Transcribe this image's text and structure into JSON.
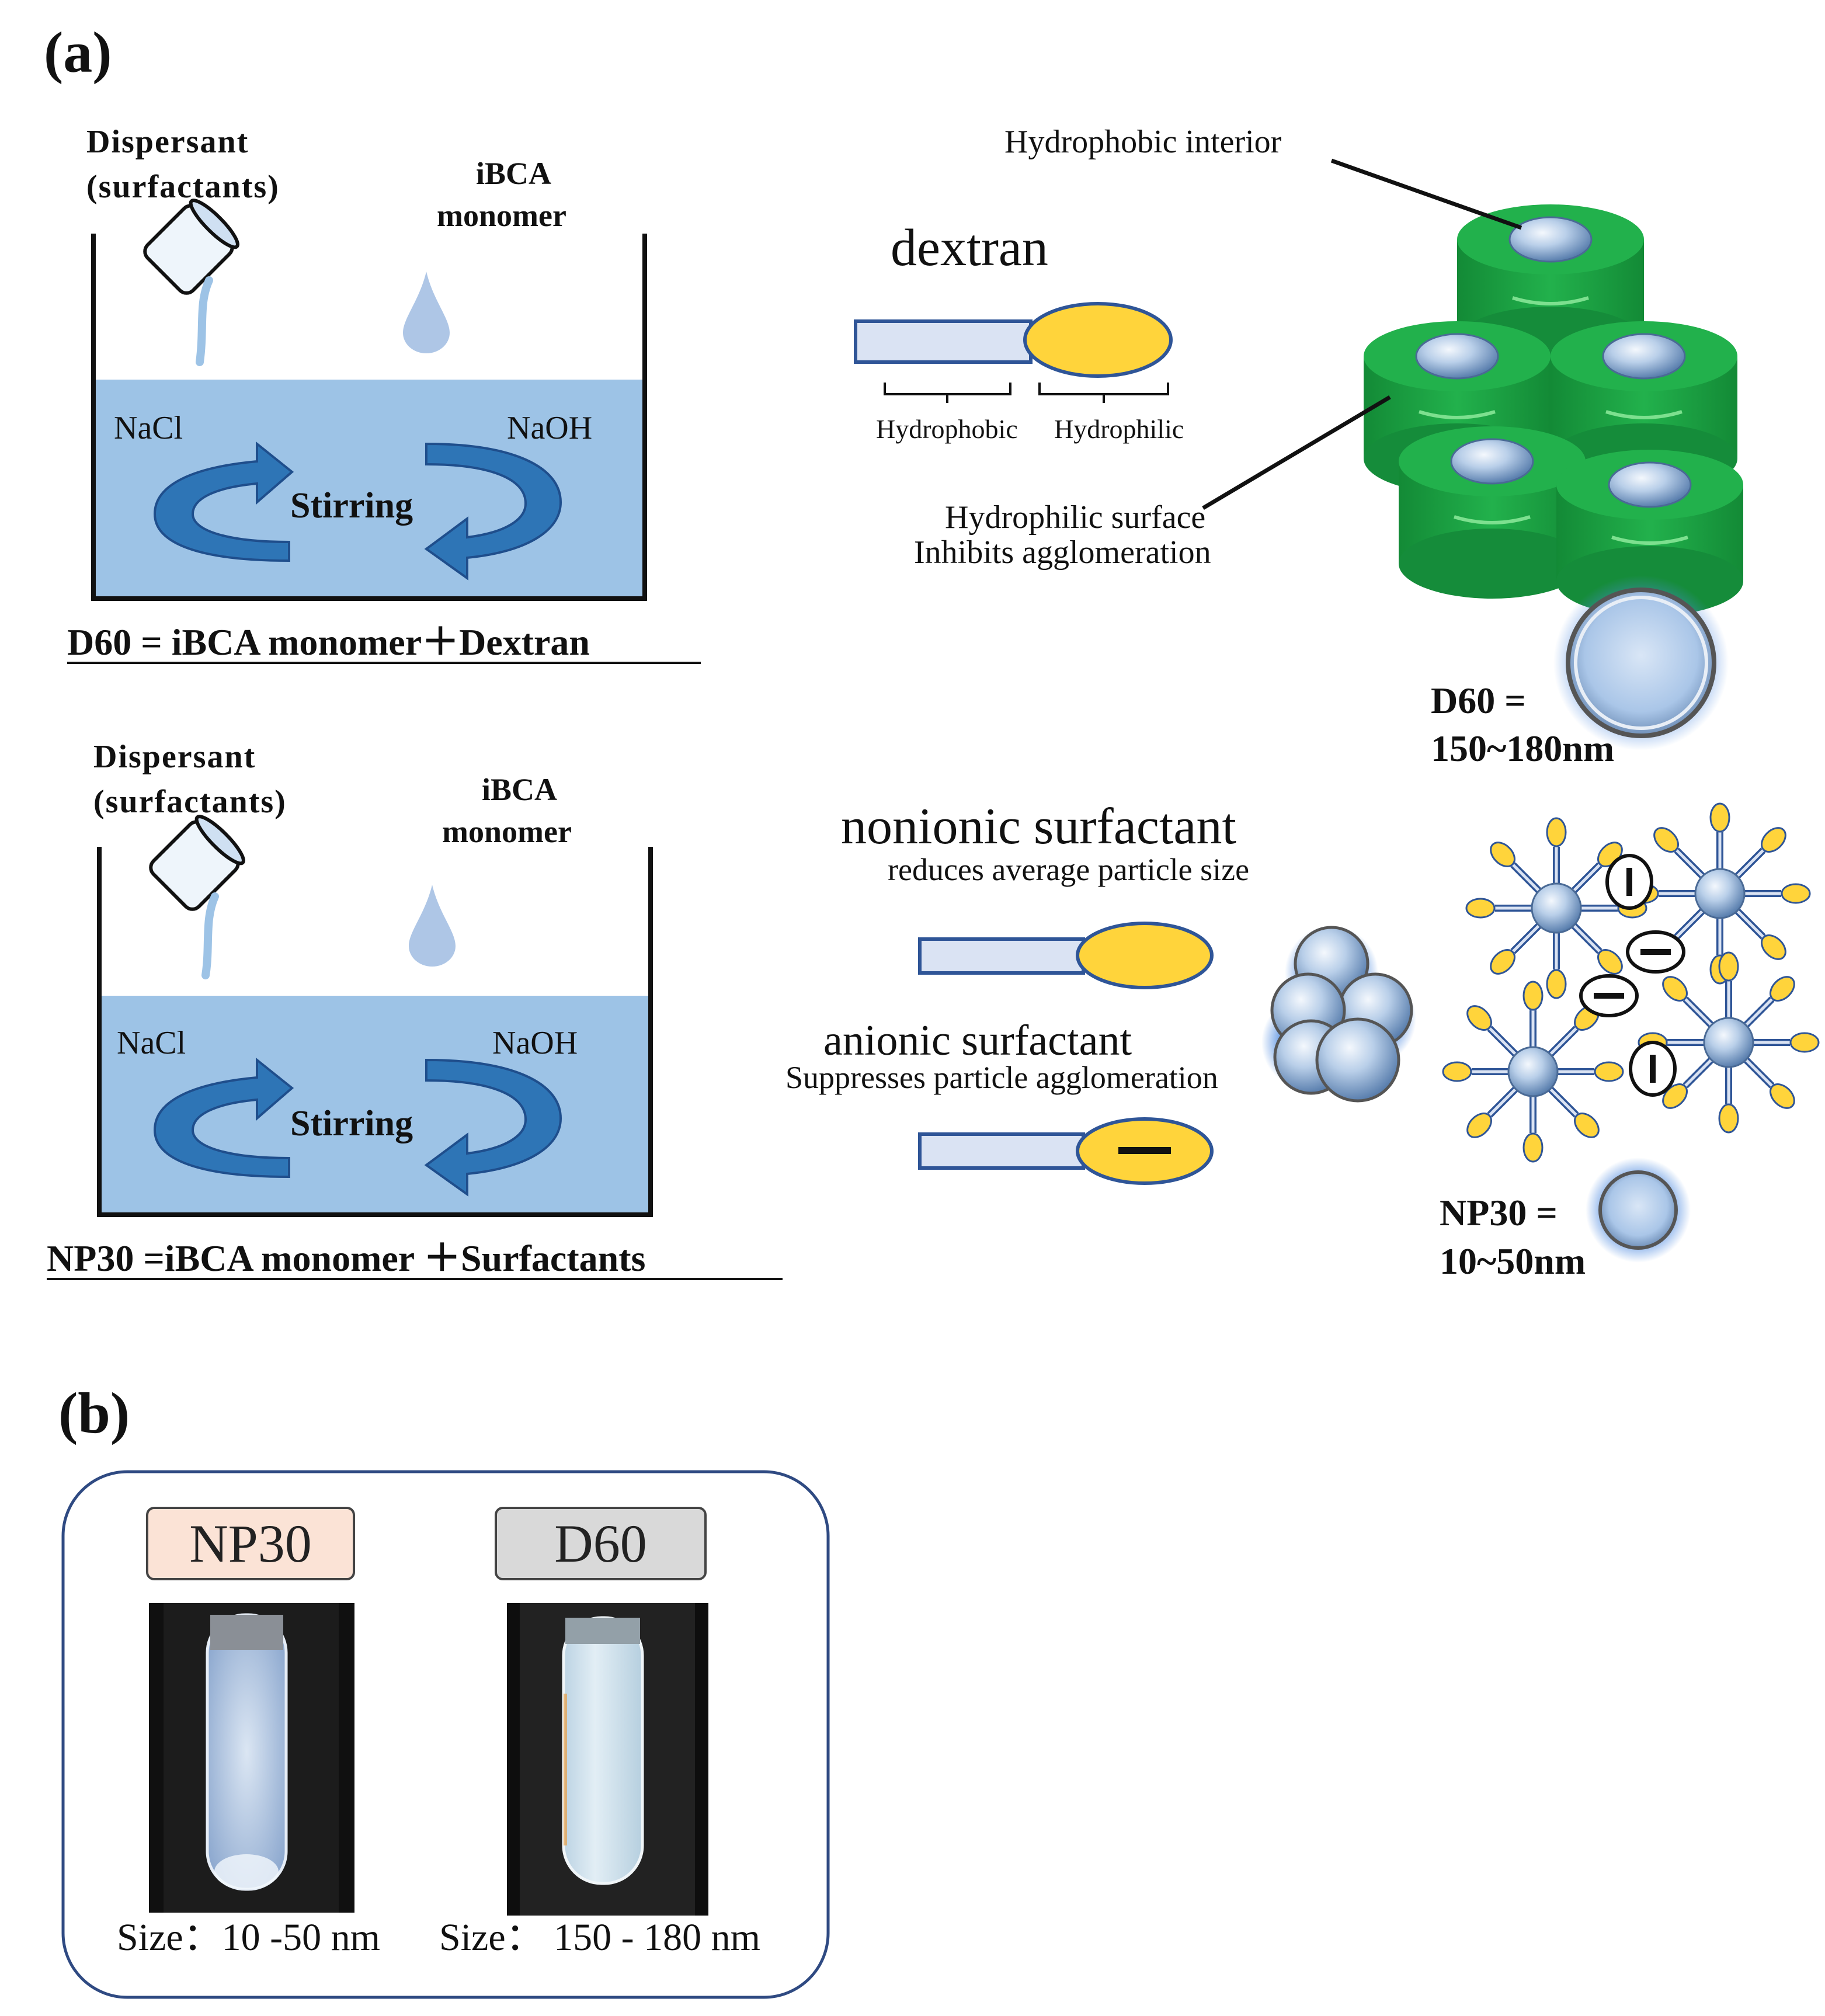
{
  "panel_a": {
    "label": "(a)",
    "top_scheme": {
      "dispersant_line1": "Dispersant",
      "dispersant_line2": "(surfactants)",
      "monomer_line1": "iBCA",
      "monomer_line2": "monomer",
      "salt_left": "NaCl",
      "salt_right": "NaOH",
      "stirring": "Stirring",
      "equation": "D60 = iBCA monomer＋Dextran"
    },
    "bottom_scheme": {
      "dispersant_line1": "Dispersant",
      "dispersant_line2": "(surfactants)",
      "monomer_line1": "iBCA",
      "monomer_line2": "monomer",
      "salt_left": "NaCl",
      "salt_right": "NaOH",
      "stirring": "Stirring",
      "equation": "NP30 =iBCA monomer ＋Surfactants"
    },
    "dextran": {
      "title": "dextran",
      "hydrophobic": "Hydrophobic",
      "hydrophilic": "Hydrophilic",
      "interior_label": "Hydrophobic interior",
      "surface_line1": "Hydrophilic surface",
      "surface_line2": "Inhibits agglomeration",
      "result_line1": "D60 =",
      "result_line2": "150~180nm"
    },
    "surfactants": {
      "nonionic_title": "nonionic surfactant",
      "nonionic_note": "reduces average particle size",
      "anionic_title": "anionic surfactant",
      "anionic_note": "Suppresses particle agglomeration",
      "result_line1": "NP30 =",
      "result_line2": "10~50nm"
    }
  },
  "panel_b": {
    "label": "(b)",
    "samples": [
      {
        "name": "NP30",
        "size": "Size：10 -50 nm",
        "box_color": "#fbe3d6"
      },
      {
        "name": "D60",
        "size": "Size： 150 - 180 nm",
        "box_color": "#d9d9d9"
      }
    ]
  },
  "colors": {
    "water": "#9dc3e6",
    "arrow_blue": "#2e75b6",
    "arrow_dark": "#1f4e8c",
    "tail_fill": "#dae3f3",
    "tail_stroke": "#2f5597",
    "head_fill": "#ffd43b",
    "micelle_green": "#22b14c",
    "bead_blue": "#b4cdea"
  }
}
